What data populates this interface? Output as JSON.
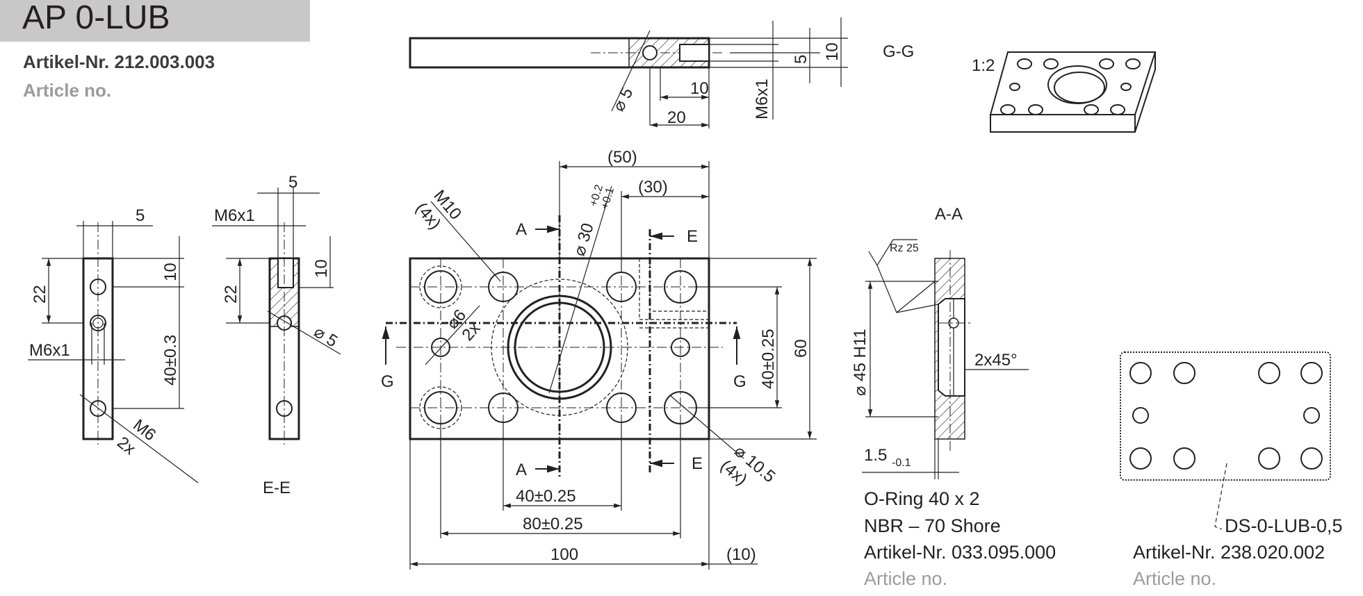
{
  "header": {
    "title": "AP 0-LUB",
    "article_label": "Artikel-Nr. 212.003.003",
    "article_en": "Article no."
  },
  "views": {
    "gg": "G-G",
    "aa": "A-A",
    "ee": "E-E",
    "scale": "1:2"
  },
  "dimensions": {
    "top_d5": "5",
    "top_10": "10",
    "top_20": "20",
    "top_m6x1": "M6x1",
    "top_5": "5",
    "top_10b": "10",
    "left_5": "5",
    "left_22": "22",
    "left_10": "10",
    "left_40": "40±0.3",
    "left_m6x1": "M6x1",
    "left_m6": "M6",
    "left_2x": "2x",
    "ee_5": "5",
    "ee_m6x1": "M6x1",
    "ee_22": "22",
    "ee_10": "10",
    "ee_d5": "5",
    "main_50": "(50)",
    "main_30": "(30)",
    "main_m10": "M10",
    "main_4x": "(4x)",
    "main_d30": "30",
    "main_tol_up": "+0.2",
    "main_tol_lo": "+0.1",
    "main_d6": "6",
    "main_2x": "2x",
    "main_60": "60",
    "main_40v": "40±0.25",
    "main_40h": "40±0.25",
    "main_80": "80±0.25",
    "main_100": "100",
    "main_10": "(10)",
    "main_d105": "10.5",
    "main_4x_b": "(4x)",
    "sec_a": "A",
    "sec_e": "E",
    "sec_g": "G",
    "aa_rz": "Rz 25",
    "aa_d45": "45 H11",
    "aa_chamfer": "2x45°",
    "aa_15": "1.5",
    "aa_tol": "-0.1"
  },
  "notes": {
    "oring_1": "O-Ring 40 x 2",
    "oring_2": "NBR – 70 Shore",
    "oring_art": "Artikel-Nr.  033.095.000",
    "oring_en": "Article no.",
    "seal_ref": "DS-0-LUB-0,5",
    "seal_art": "Artikel-Nr. 238.020.002",
    "seal_en": "Article no."
  }
}
